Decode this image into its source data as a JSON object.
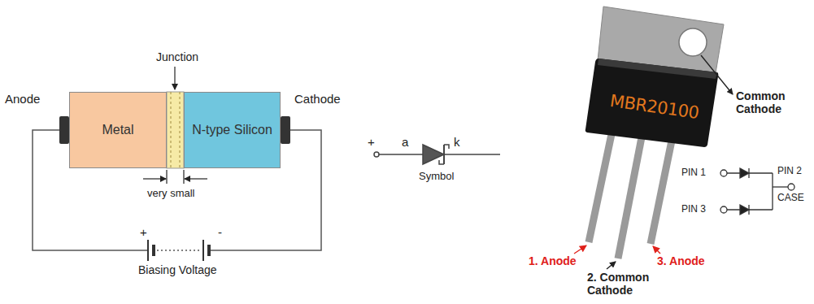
{
  "diagram": {
    "nodes": [
      {
        "text": [
          "Metal"
        ]
      },
      {
        "text": [
          "N-type Silicon"
        ]
      }
    ],
    "labels": [
      "Junction",
      "Anode",
      "Cathode",
      "very small",
      "+",
      "-",
      "Biasing Voltage",
      "+",
      "a",
      "k",
      "Symbol",
      "MBR20100",
      "Common Cathode",
      "PIN 1",
      "PIN 2",
      "CASE",
      "PIN 3",
      "1. Anode",
      "2. Common Cathode",
      "3. Anode"
    ]
  }
}
